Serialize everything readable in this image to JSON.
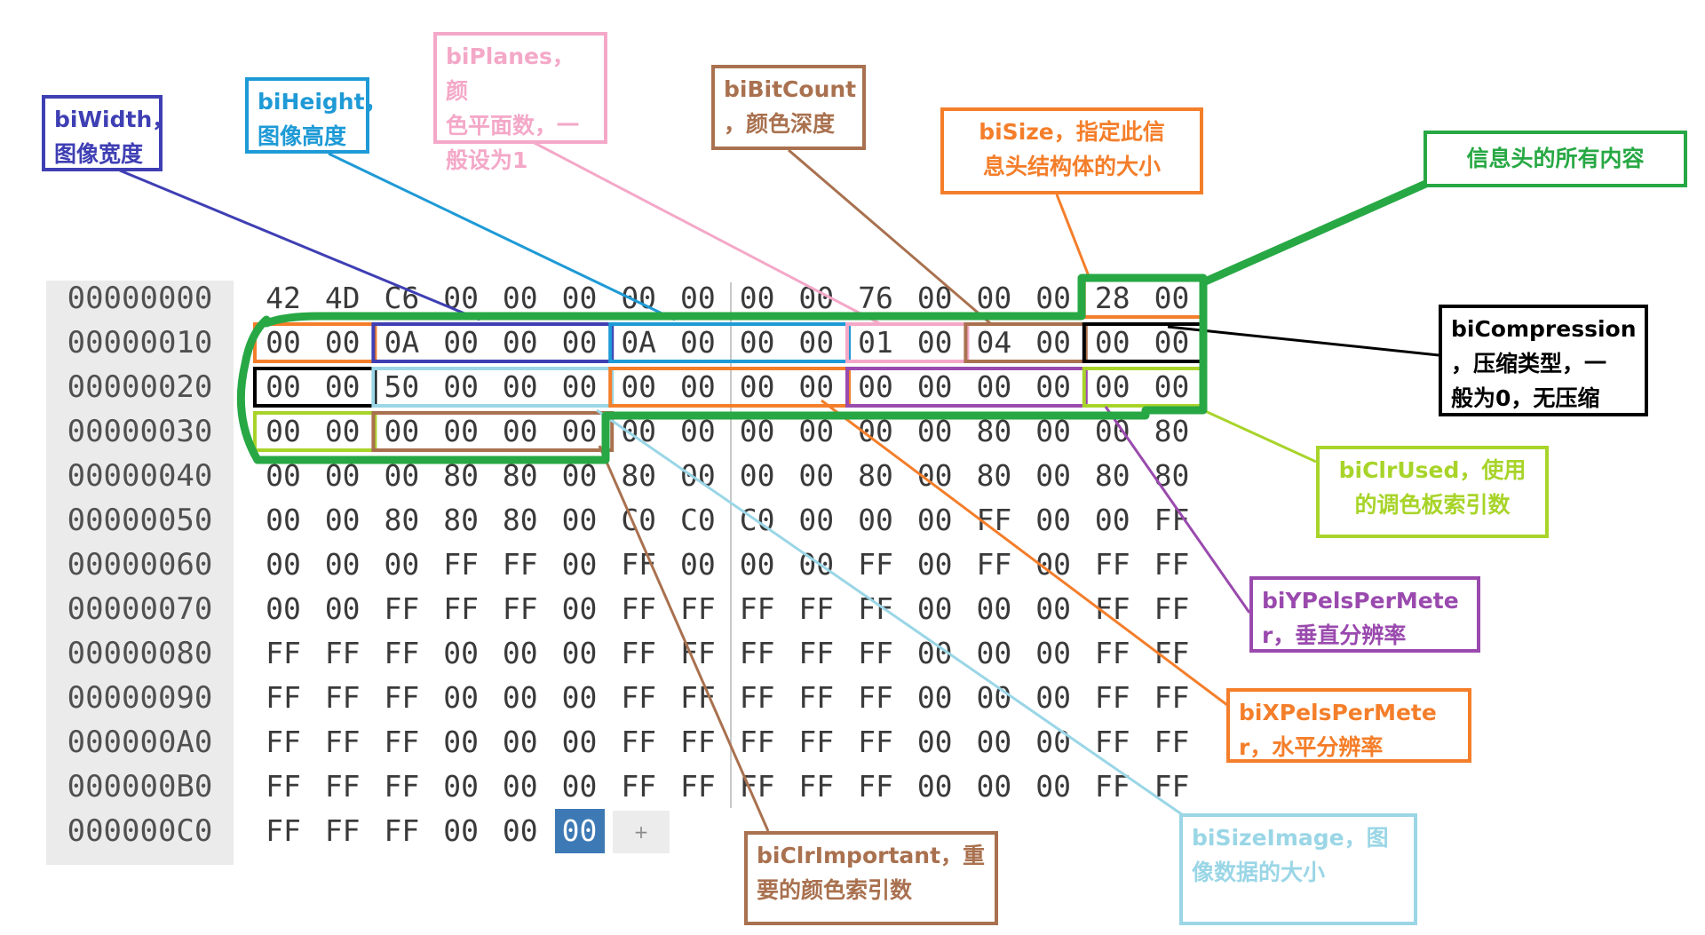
{
  "hex_editor": {
    "offsets": [
      "00000000",
      "00000010",
      "00000020",
      "00000030",
      "00000040",
      "00000050",
      "00000060",
      "00000070",
      "00000080",
      "00000090",
      "000000A0",
      "000000B0",
      "000000C0"
    ],
    "rows": [
      [
        "42",
        "4D",
        "C6",
        "00",
        "00",
        "00",
        "00",
        "00",
        "00",
        "00",
        "76",
        "00",
        "00",
        "00",
        "28",
        "00"
      ],
      [
        "00",
        "00",
        "0A",
        "00",
        "00",
        "00",
        "0A",
        "00",
        "00",
        "00",
        "01",
        "00",
        "04",
        "00",
        "00",
        "00"
      ],
      [
        "00",
        "00",
        "50",
        "00",
        "00",
        "00",
        "00",
        "00",
        "00",
        "00",
        "00",
        "00",
        "00",
        "00",
        "00",
        "00"
      ],
      [
        "00",
        "00",
        "00",
        "00",
        "00",
        "00",
        "00",
        "00",
        "00",
        "00",
        "00",
        "00",
        "80",
        "00",
        "00",
        "80"
      ],
      [
        "00",
        "00",
        "00",
        "80",
        "80",
        "00",
        "80",
        "00",
        "00",
        "00",
        "80",
        "00",
        "80",
        "00",
        "80",
        "80"
      ],
      [
        "00",
        "00",
        "80",
        "80",
        "80",
        "00",
        "C0",
        "C0",
        "C0",
        "00",
        "00",
        "00",
        "FF",
        "00",
        "00",
        "FF"
      ],
      [
        "00",
        "00",
        "00",
        "FF",
        "FF",
        "00",
        "FF",
        "00",
        "00",
        "00",
        "FF",
        "00",
        "FF",
        "00",
        "FF",
        "FF"
      ],
      [
        "00",
        "00",
        "FF",
        "FF",
        "FF",
        "00",
        "FF",
        "FF",
        "FF",
        "FF",
        "FF",
        "00",
        "00",
        "00",
        "FF",
        "FF"
      ],
      [
        "FF",
        "FF",
        "FF",
        "00",
        "00",
        "00",
        "FF",
        "FF",
        "FF",
        "FF",
        "FF",
        "00",
        "00",
        "00",
        "FF",
        "FF"
      ],
      [
        "FF",
        "FF",
        "FF",
        "00",
        "00",
        "00",
        "FF",
        "FF",
        "FF",
        "FF",
        "FF",
        "00",
        "00",
        "00",
        "FF",
        "FF"
      ],
      [
        "FF",
        "FF",
        "FF",
        "00",
        "00",
        "00",
        "FF",
        "FF",
        "FF",
        "FF",
        "FF",
        "00",
        "00",
        "00",
        "FF",
        "FF"
      ],
      [
        "FF",
        "FF",
        "FF",
        "00",
        "00",
        "00",
        "FF",
        "FF",
        "FF",
        "FF",
        "FF",
        "00",
        "00",
        "00",
        "FF",
        "FF"
      ],
      [
        "FF",
        "FF",
        "FF",
        "00",
        "00",
        "00"
      ]
    ],
    "add_button_label": "+"
  },
  "annotations": [
    {
      "id": "biwidth",
      "text": "biWidth，\n图像宽度",
      "color": "#3f3fb4"
    },
    {
      "id": "biheight",
      "text": "biHeight，\n图像高度",
      "color": "#1e9ad6"
    },
    {
      "id": "biplanes",
      "text": "biPlanes，颜\n色平面数，一\n般设为1",
      "color": "#f4a8c8"
    },
    {
      "id": "bibitcount",
      "text": "biBitCount\n，颜色深度",
      "color": "#a9714f"
    },
    {
      "id": "bisize",
      "text": "biSize，指定此信\n息头结构体的大小",
      "color": "#f47e2a"
    },
    {
      "id": "infoheader",
      "text": "信息头的所有内容",
      "color": "#27a844"
    },
    {
      "id": "bicompression",
      "text": "biCompression\n，压缩类型，一\n般为0，无压缩",
      "color": "#000000"
    },
    {
      "id": "biclrused",
      "text": "biClrUsed，使用\n的调色板索引数",
      "color": "#a8d42a"
    },
    {
      "id": "biypels",
      "text": "biYPelsPerMete\nr，垂直分辨率",
      "color": "#9a4aae"
    },
    {
      "id": "bixpels",
      "text": "biXPelsPerMete\nr，水平分辨率",
      "color": "#f47e2a"
    },
    {
      "id": "biclrimportant",
      "text": "biClrImportant，重\n要的颜色索引数",
      "color": "#a9714f"
    },
    {
      "id": "bisizeimage",
      "text": "biSizeImage，图\n像数据的大小",
      "color": "#9ad6e6"
    }
  ]
}
